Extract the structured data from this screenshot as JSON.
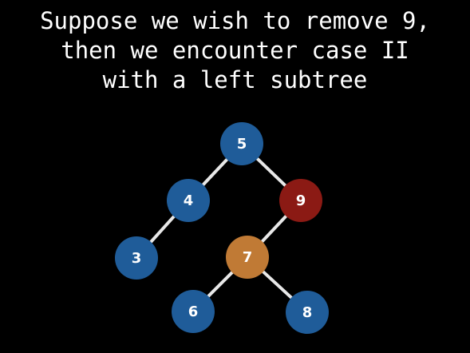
{
  "caption": {
    "lines": [
      "Suppose we wish to remove 9,",
      "then we encounter case II",
      "with a left subtree"
    ]
  },
  "colors": {
    "background": "#000000",
    "node_default": "#1f5c99",
    "node_removed": "#8b1a14",
    "node_successor": "#c07a35",
    "edge": "#e8e8e8",
    "text": "#ffffff"
  },
  "tree": {
    "nodes": [
      {
        "id": "n5",
        "label": "5",
        "state": "default"
      },
      {
        "id": "n4",
        "label": "4",
        "state": "default"
      },
      {
        "id": "n9",
        "label": "9",
        "state": "removed"
      },
      {
        "id": "n3",
        "label": "3",
        "state": "default"
      },
      {
        "id": "n7",
        "label": "7",
        "state": "successor"
      },
      {
        "id": "n6",
        "label": "6",
        "state": "default"
      },
      {
        "id": "n8",
        "label": "8",
        "state": "default"
      }
    ],
    "edges": [
      {
        "from": "n5",
        "to": "n4"
      },
      {
        "from": "n5",
        "to": "n9"
      },
      {
        "from": "n4",
        "to": "n3"
      },
      {
        "from": "n9",
        "to": "n7"
      },
      {
        "from": "n7",
        "to": "n6"
      },
      {
        "from": "n7",
        "to": "n8"
      }
    ]
  }
}
